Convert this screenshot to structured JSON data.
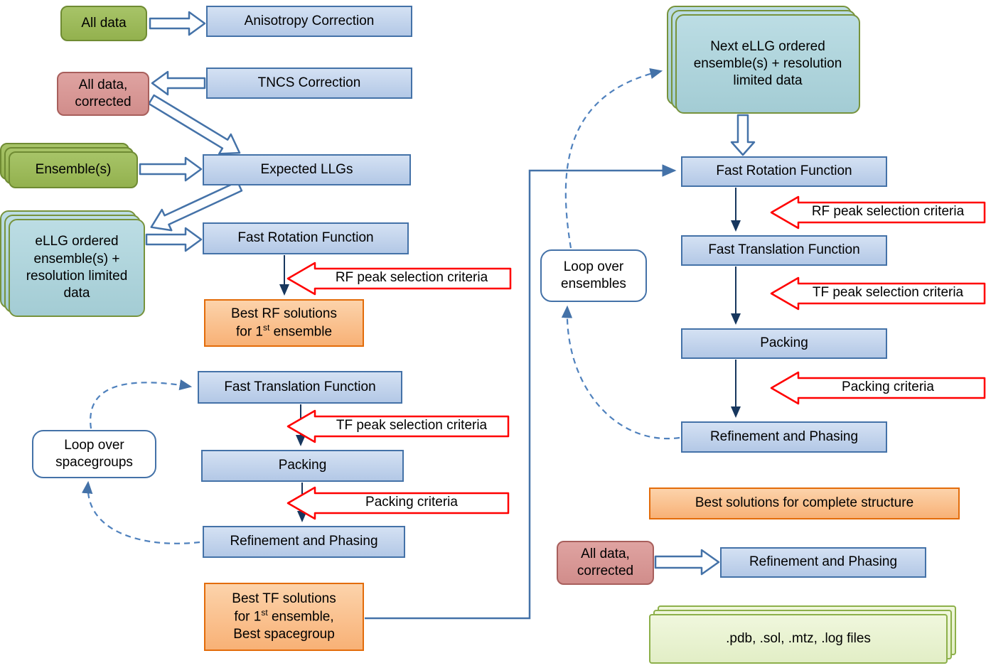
{
  "left": {
    "all_data": "All data",
    "anisotropy": "Anisotropy Correction",
    "tncs": "TNCS Correction",
    "all_data_corrected": "All data, corrected",
    "ensembles": "Ensemble(s)",
    "expected_llgs": "Expected LLGs",
    "ellg_ensembles": "eLLG ordered ensemble(s) + resolution limited data",
    "fast_rotation": "Fast Rotation Function",
    "rf_criteria": "RF peak selection criteria",
    "best_rf": {
      "line1": "Best RF solutions",
      "line2_pre": "for 1",
      "line2_sup": "st",
      "line2_post": " ensemble"
    },
    "fast_translation": "Fast Translation Function",
    "tf_criteria": "TF peak selection criteria",
    "packing": "Packing",
    "packing_criteria": "Packing criteria",
    "refinement": "Refinement and Phasing",
    "loop_spacegroups": "Loop over spacegroups",
    "best_tf": {
      "line1": "Best TF solutions",
      "line2_pre": "for 1",
      "line2_sup": "st",
      "line2_post": " ensemble,",
      "line3": "Best spacegroup"
    }
  },
  "right": {
    "next_ellg": "Next eLLG ordered ensemble(s) + resolution limited data",
    "fast_rotation": "Fast Rotation Function",
    "rf_criteria": "RF peak selection criteria",
    "fast_translation": "Fast Translation Function",
    "tf_criteria": "TF peak selection criteria",
    "packing": "Packing",
    "packing_criteria": "Packing criteria",
    "refinement": "Refinement and Phasing",
    "loop_ensembles": "Loop over ensembles",
    "best_solutions": "Best solutions for complete structure",
    "all_data_corrected": "All data, corrected",
    "refinement_final": "Refinement and Phasing",
    "output_files": ".pdb, .sol, .mtz, .log files"
  },
  "colors": {
    "process_box_fill": "#BDD1EB",
    "process_box_border": "#4472A8",
    "data_green_fill": "#9BBB59",
    "data_pink_fill": "#D99795",
    "ensemble_teal_fill": "#AED6DD",
    "result_orange_fill": "#FBC08B",
    "result_orange_border": "#E36C0A",
    "criteria_arrow_border": "#FF0000",
    "connector_blue": "#4472A8",
    "output_green_fill": "#EAF4D6"
  }
}
